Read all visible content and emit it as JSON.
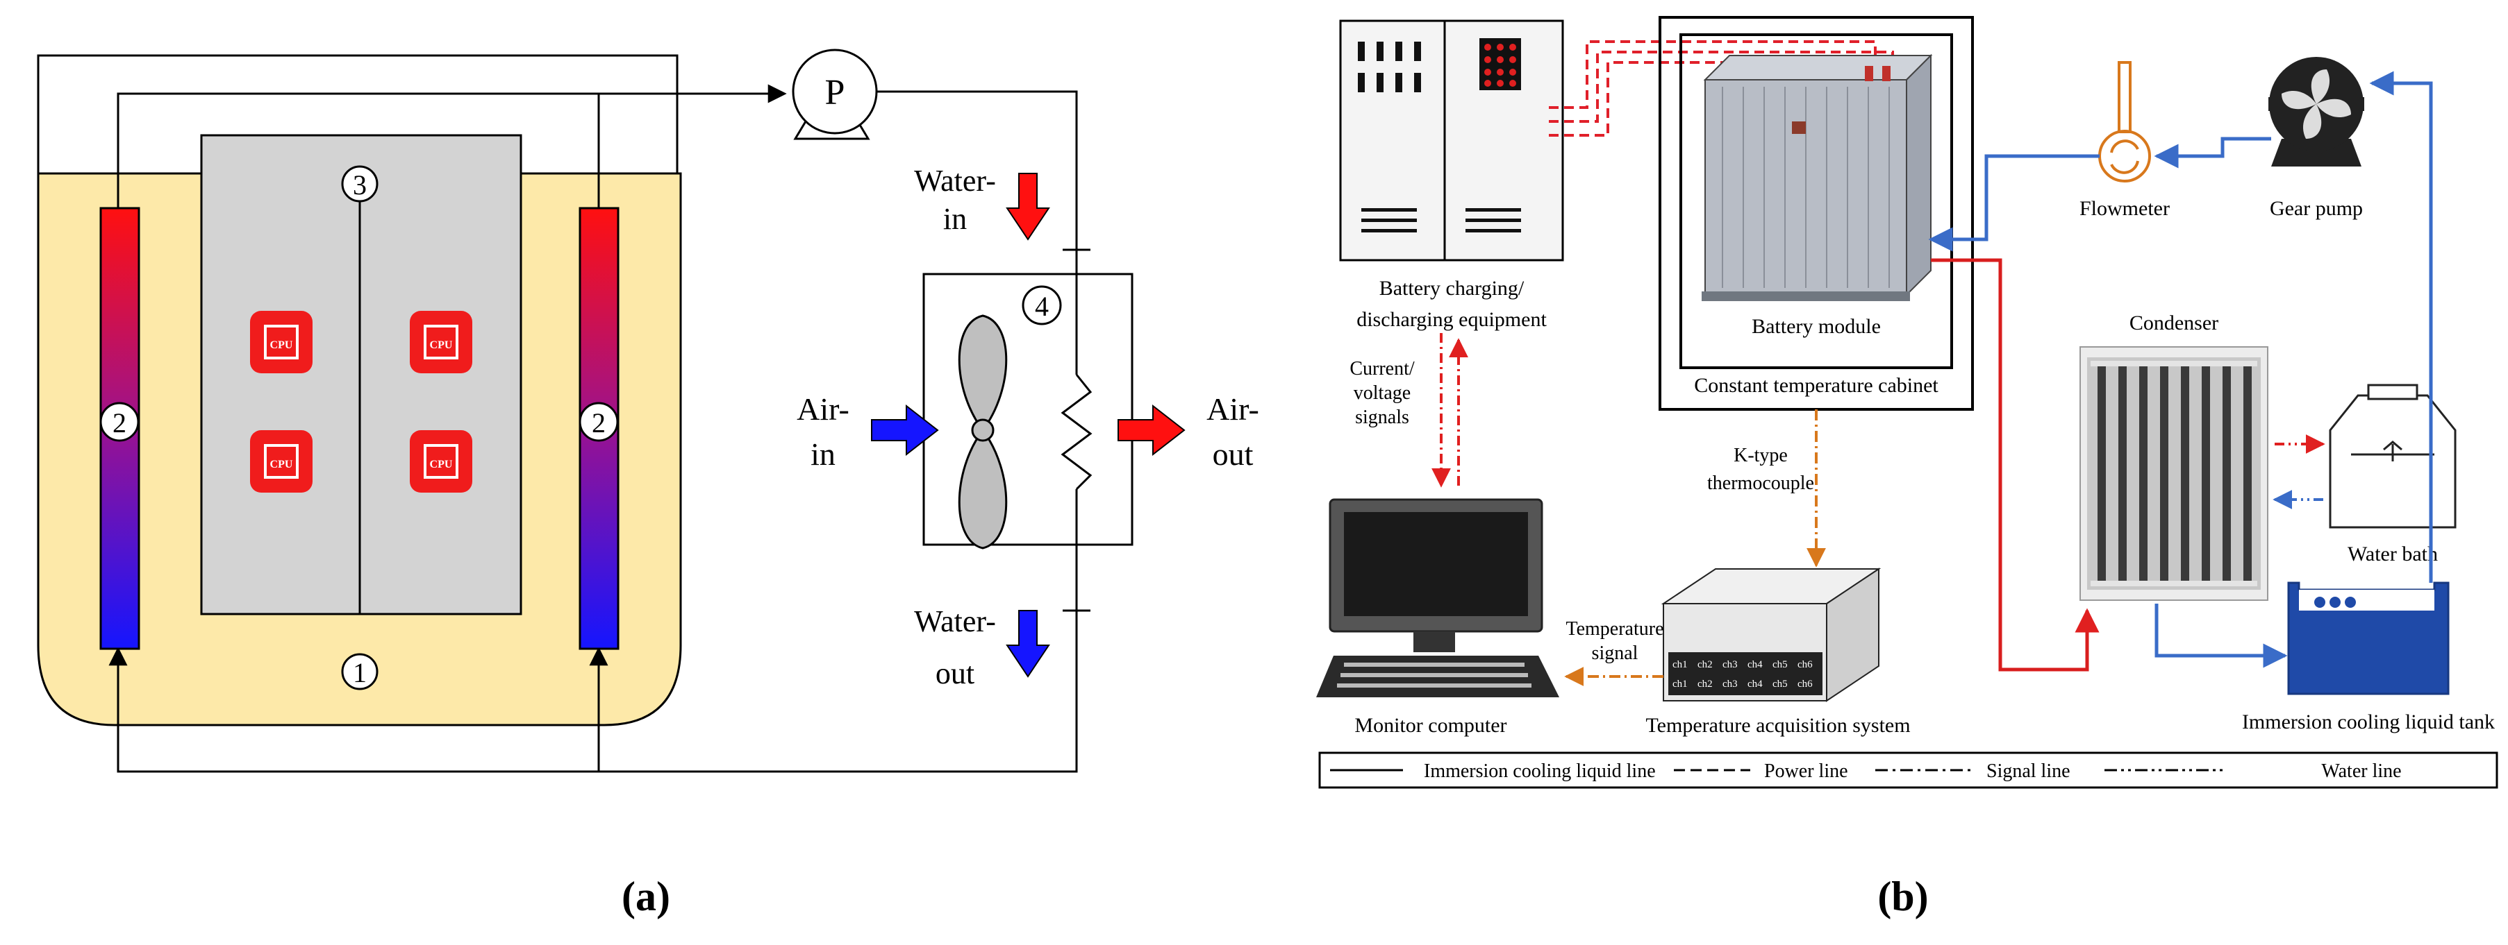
{
  "panel_a": {
    "caption": "(a)",
    "pump_label": "P",
    "water_in": [
      "Water-",
      "in"
    ],
    "water_out": [
      "Water-",
      "out"
    ],
    "air_in": [
      "Air-",
      "in"
    ],
    "air_out": [
      "Air-",
      "out"
    ],
    "circle_1": "1",
    "circle_2_left": "2",
    "circle_2_right": "2",
    "circle_3": "3",
    "circle_4": "4",
    "chip_text": "CPU",
    "colors": {
      "tank": "#fde9a9",
      "board": "#d3d3d3",
      "hot": "#ff1010",
      "cold": "#1515ff",
      "chip": "#f01c1c"
    }
  },
  "panel_b": {
    "caption": "(b)",
    "battery_equipment": [
      "Battery charging/",
      "discharging equipment"
    ],
    "current_voltage": [
      "Current/",
      "voltage",
      "signals"
    ],
    "battery_module": "Battery module",
    "cabinet": "Constant temperature cabinet",
    "flowmeter": "Flowmeter",
    "gear_pump": "Gear pump",
    "condenser": "Condenser",
    "water_bath": "Water bath",
    "k_type": [
      "K-type",
      "thermocouple"
    ],
    "temperature_signal": [
      "Temperature",
      "signal"
    ],
    "monitor": "Monitor computer",
    "acquisition": "Temperature acquisition system",
    "tank": "Immersion cooling liquid tank",
    "channels_top": [
      "ch1",
      "ch2",
      "ch3",
      "ch4",
      "ch5",
      "ch6"
    ],
    "channels_bottom": [
      "ch1",
      "ch2",
      "ch3",
      "ch4",
      "ch5",
      "ch6"
    ],
    "legend": {
      "immersion": "Immersion cooling liquid line",
      "power": "Power line",
      "signal": "Signal line",
      "water": "Water line"
    },
    "colors": {
      "power": "#e0202a",
      "signal_up": "#e02020",
      "signal_down": "#3b6fd0",
      "orange": "#d8781c",
      "blue": "#3a6cc8",
      "red": "#d81e1e"
    }
  }
}
